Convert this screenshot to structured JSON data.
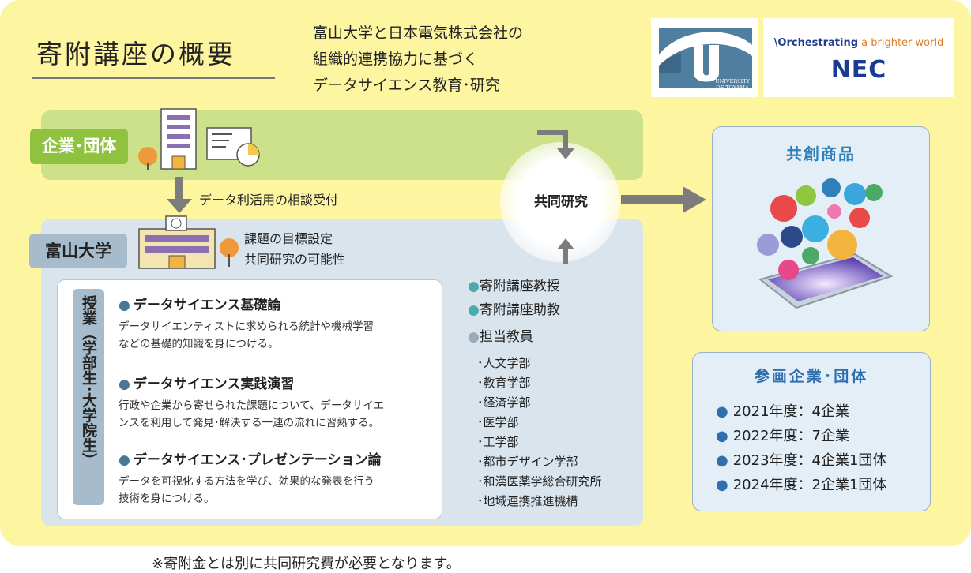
{
  "title": "寄附講座の概要",
  "subtitle_lines": [
    "富山大学と日本電気株式会社の",
    "組織的連携協力に基づく",
    "データサイエンス教育･研究"
  ],
  "logos": {
    "toyama_line1": "UNIVERSITY",
    "toyama_line2": "OF TOYAMA",
    "nec_tagline_accent": "\\Orchestrating",
    "nec_tagline_rest": " a brighter world",
    "nec_mark": "NEC"
  },
  "corporate": {
    "label": "企業･団体"
  },
  "flow_label": "データ利活用の相談受付",
  "university": {
    "label": "富山大学",
    "tasks": [
      "課題の目標設定",
      "共同研究の可能性"
    ]
  },
  "classes": {
    "tab": "授業（学部生･大学院生）",
    "courses": [
      {
        "title": "データサイエンス基礎論",
        "desc": [
          "データサイエンティストに求められる統計や機械学習",
          "などの基礎的知識を身につける。"
        ]
      },
      {
        "title": "データサイエンス実践演習",
        "desc": [
          "行政や企業から寄せられた課題について、データサイエ",
          "ンスを利用して発見･解決する一連の流れに習熟する。"
        ]
      },
      {
        "title": "データサイエンス･プレゼンテーション論",
        "desc": [
          "データを可視化する方法を学び、効果的な発表を行う",
          "技術を身につける。"
        ]
      }
    ]
  },
  "staff": [
    "寄附講座教授",
    "寄附講座助教",
    "担当教員"
  ],
  "departments": [
    "･人文学部",
    "･教育学部",
    "･経済学部",
    "･医学部",
    "･工学部",
    "･都市デザイン学部",
    "･和漢医薬学総合研究所",
    "･地域連携推進機構"
  ],
  "joint_research": "共同研究",
  "products_title": "共創商品",
  "participants": {
    "title": "参画企業･団体",
    "items": [
      "2021年度：4企業",
      "2022年度：7企業",
      "2023年度：4企業1団体",
      "2024年度：2企業1団体"
    ]
  },
  "footnote": "※寄附金とは別に共同研究費が必要となります。",
  "colors": {
    "background": "#fdf5a0",
    "corporate": "#8fc23f",
    "university": "#a6bccc",
    "accent_blue": "#2f7fb8"
  }
}
